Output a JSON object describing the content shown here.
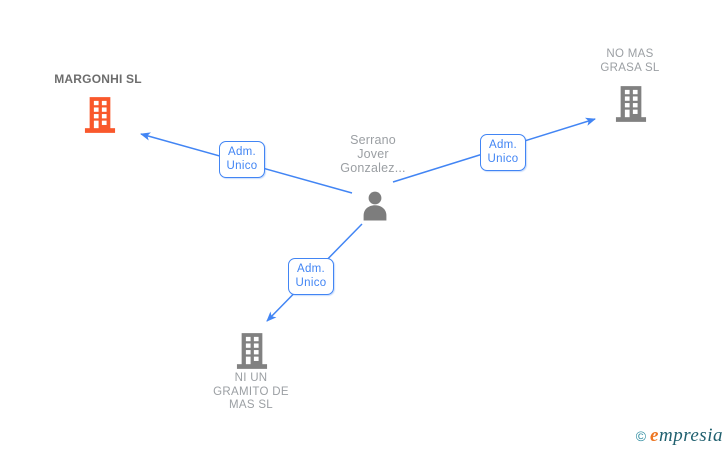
{
  "person": {
    "name_lines": [
      "Serrano",
      "Jover",
      "Gonzalez..."
    ]
  },
  "companies": {
    "margonhi": {
      "name": "MARGONHI SL",
      "highlighted": true
    },
    "no_mas_grasa": {
      "lines": [
        "NO MAS",
        "GRASA SL"
      ],
      "highlighted": false
    },
    "ni_un_gramito": {
      "lines": [
        "NI UN",
        "GRAMITO DE",
        "MAS SL"
      ],
      "highlighted": false
    }
  },
  "edges": [
    {
      "from": "Serrano Jover Gonzalez...",
      "to": "MARGONHI SL",
      "label_lines": [
        "Adm.",
        "Unico"
      ]
    },
    {
      "from": "Serrano Jover Gonzalez...",
      "to": "NO MAS GRASA SL",
      "label_lines": [
        "Adm.",
        "Unico"
      ]
    },
    {
      "from": "Serrano Jover Gonzalez...",
      "to": "NI UN GRAMITO DE MAS SL",
      "label_lines": [
        "Adm.",
        "Unico"
      ]
    }
  ],
  "footer": {
    "copyright": "©",
    "brand_first": "e",
    "brand_rest": "mpresia"
  },
  "colors": {
    "edge_blue": "#4285f4",
    "label_gray": "#9b9fa3",
    "highlight_company_gray": "#6d6d6d",
    "building_gray": "#818181",
    "building_orange": "#f9582c",
    "person_gray": "#7d7d7d",
    "brand_orange": "#ee7622",
    "brand_teal": "#20606f"
  }
}
